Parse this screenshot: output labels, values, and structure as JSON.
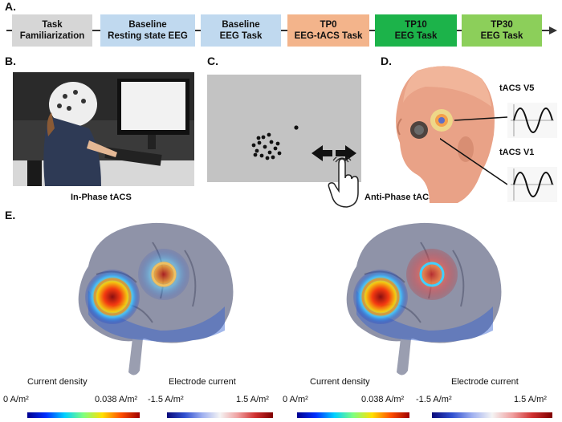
{
  "panels": {
    "a": "A.",
    "b": "B.",
    "c": "C.",
    "d": "D.",
    "e": "E."
  },
  "timeline": [
    {
      "label": "Task\nFamiliarization",
      "color": "#d6d6d6"
    },
    {
      "label": "Baseline\nResting state EEG",
      "color": "#c0d9ef"
    },
    {
      "label": "Baseline\nEEG Task",
      "color": "#c0d9ef"
    },
    {
      "label": "TP0\nEEG-tACS Task",
      "color": "#f3b48b"
    },
    {
      "label": "TP10\nEEG Task",
      "color": "#1cb34a"
    },
    {
      "label": "TP30\nEEG Task",
      "color": "#8ccf5a"
    }
  ],
  "captions": {
    "b": "In-Phase tACS",
    "c": "Anti-Phase tACS"
  },
  "tacs": {
    "v5": "tACS V5",
    "v1": "tACS V1"
  },
  "scales": {
    "current_density": {
      "title": "Current density",
      "min": "0 A/m²",
      "max": "0.038 A/m²"
    },
    "electrode_current": {
      "title": "Electrode current",
      "min": "-1.5 A/m²",
      "max": "1.5 A/m²"
    }
  }
}
